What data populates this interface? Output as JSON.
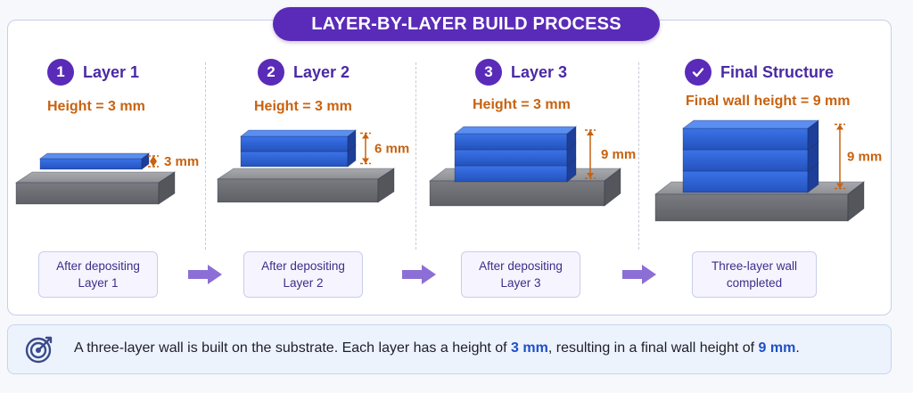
{
  "title": "LAYER-BY-LAYER BUILD PROCESS",
  "steps": [
    {
      "marker": "1",
      "title": "Layer 1",
      "height_label": "Height = 3 mm",
      "dimension": "3 mm",
      "caption_line1": "After depositing",
      "caption_line2": "Layer 1",
      "layers": 1
    },
    {
      "marker": "2",
      "title": "Layer 2",
      "height_label": "Height = 3 mm",
      "dimension": "6 mm",
      "caption_line1": "After depositing",
      "caption_line2": "Layer 2",
      "layers": 2
    },
    {
      "marker": "3",
      "title": "Layer 3",
      "height_label": "Height = 3 mm",
      "dimension": "9 mm",
      "caption_line1": "After depositing",
      "caption_line2": "Layer 3",
      "layers": 3
    },
    {
      "marker": "check-icon",
      "title": "Final Structure",
      "height_label": "Final wall height = 9 mm",
      "dimension": "9 mm",
      "caption_line1": "Three-layer wall",
      "caption_line2": "completed",
      "layers": 3
    }
  ],
  "summary": {
    "icon": "target-icon",
    "text_a": "A three-layer wall is built on the substrate. Each layer has a height of ",
    "value_a": "3 mm",
    "text_b": ", resulting in a final wall height of ",
    "value_b": "9 mm",
    "text_c": "."
  },
  "colors": {
    "accent": "#5a2bb8",
    "dimension": "#c8620f",
    "layer": "#2f63d6",
    "substrate": "#8e8f93",
    "highlight": "#1d4fc8"
  }
}
